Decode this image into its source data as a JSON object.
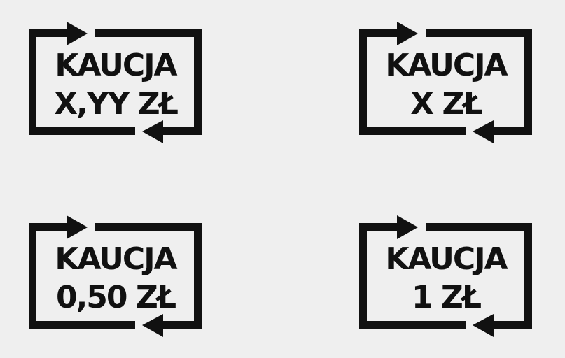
{
  "colors": {
    "background": "#efefef",
    "ink": "#111111"
  },
  "logos": [
    {
      "line1": "KAUCJA",
      "line2": "X,YY ZŁ",
      "icon": "deposit-return-arrows-icon"
    },
    {
      "line1": "KAUCJA",
      "line2": "X ZŁ",
      "icon": "deposit-return-arrows-icon"
    },
    {
      "line1": "KAUCJA",
      "line2": "0,50 ZŁ",
      "icon": "deposit-return-arrows-icon"
    },
    {
      "line1": "KAUCJA",
      "line2": "1 ZŁ",
      "icon": "deposit-return-arrows-icon"
    }
  ]
}
